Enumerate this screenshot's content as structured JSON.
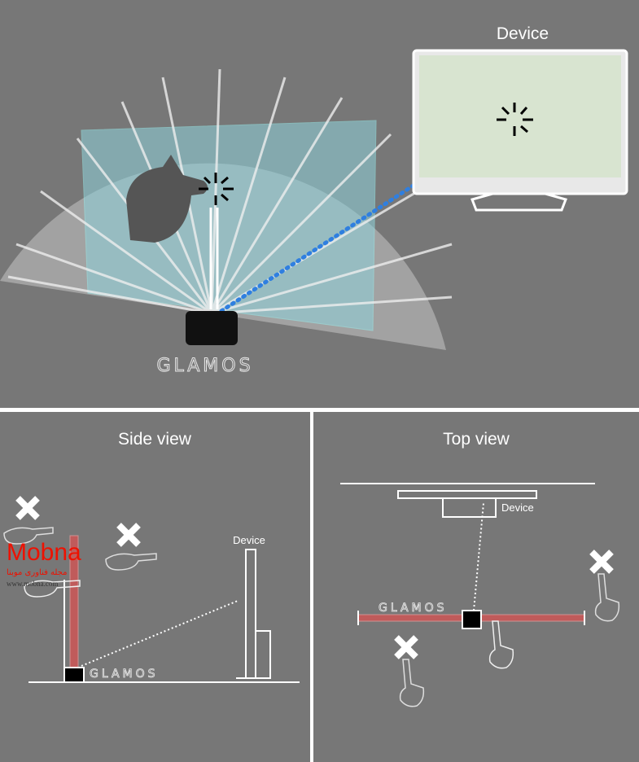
{
  "top": {
    "device_label": "Device",
    "brand": "GLAMOS"
  },
  "side_view": {
    "title": "Side view",
    "device_label": "Device",
    "brand": "GLAMOS"
  },
  "top_view": {
    "title": "Top view",
    "device_label": "Device",
    "brand": "GLAMOS"
  },
  "watermark": {
    "name": "Mobna",
    "subtitle": "مجله فناوری موبنا",
    "url": "www.mobna.com"
  },
  "colors": {
    "background": "#777777",
    "fan": "#a9a9a9",
    "projection": "#8fd3dc",
    "pointer": "#2f7fe0",
    "laser": "#e05050"
  }
}
